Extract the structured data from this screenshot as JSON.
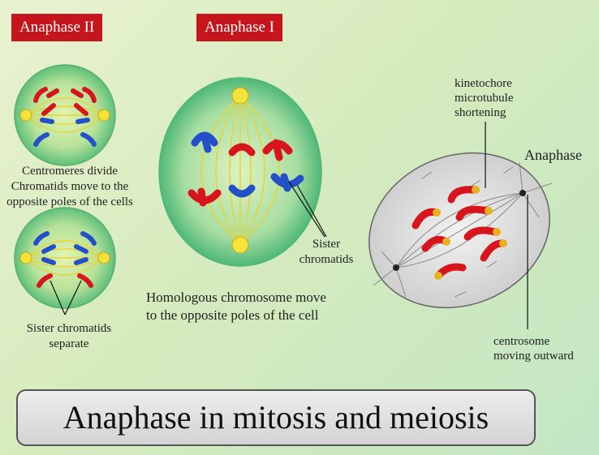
{
  "labels": {
    "anaphase_ii": "Anaphase II",
    "anaphase_i": "Anaphase I",
    "centromeres_divide": "Centromeres divide",
    "chromatids_move": "Chromatids move to the",
    "opposite_poles_cells": "opposite poles of the cells",
    "sister_chromatids_separate_1": "Sister chromatids",
    "sister_chromatids_separate_2": "separate",
    "sister_chromatids_1": "Sister",
    "sister_chromatids_2": "chromatids",
    "homologous_1": "Homologous chromosome move",
    "homologous_2": "to the opposite poles of the cell",
    "kinetochore_1": "kinetochore",
    "kinetochore_2": "microtubule",
    "kinetochore_3": "shortening",
    "anaphase": "Anaphase",
    "centrosome_1": "centrosome",
    "centrosome_2": "moving outward"
  },
  "title": "Anaphase in mitosis and meiosis",
  "colors": {
    "tag_bg": "#c4161c",
    "chromosome_red": "#d8141c",
    "chromosome_blue": "#2350c8",
    "cell_green": "#7fd08a",
    "centrosome_yellow": "#f4e33a",
    "kinetochore_gold": "#e8b21c"
  }
}
